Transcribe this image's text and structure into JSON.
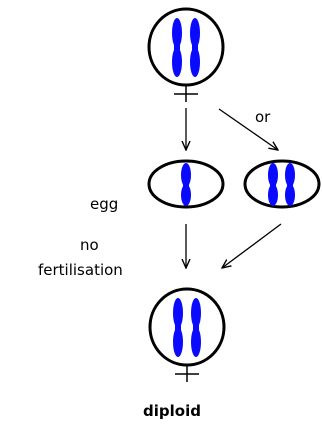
{
  "labels": {
    "or": "or",
    "egg": "egg",
    "no": "no",
    "fertilisation": "fertilisation",
    "diploid": "diploid"
  },
  "colors": {
    "chromosome": "#0a0aff",
    "stroke": "#000000"
  },
  "cells": [
    {
      "name": "parent-cell",
      "chromosome_count": 2
    },
    {
      "name": "egg-cell",
      "chromosome_count": 1
    },
    {
      "name": "alternate-cell",
      "chromosome_count": 2
    },
    {
      "name": "diploid-cell",
      "chromosome_count": 2
    }
  ],
  "symbols": {
    "female_sign": "female-sign-icon"
  }
}
